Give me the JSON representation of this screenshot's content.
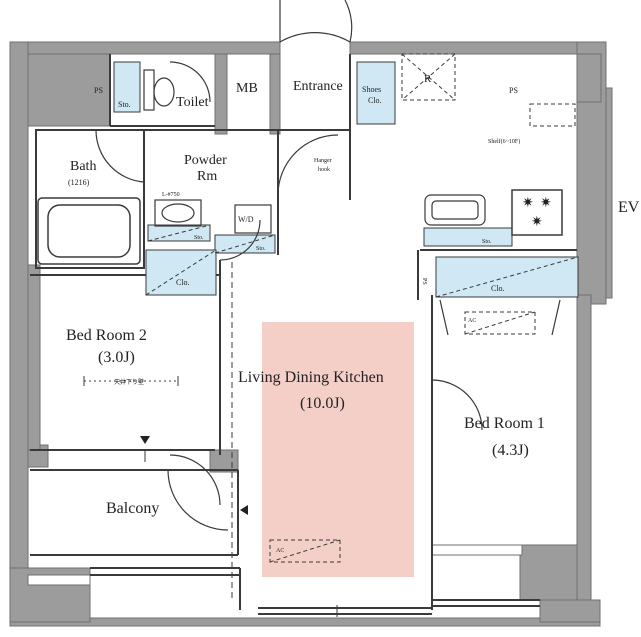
{
  "labels": {
    "ps_left": "PS",
    "sto_toilet": "Sto.",
    "toilet": "Toilet",
    "mb": "MB",
    "entrance": "Entrance",
    "shoes_clo_1": "Shoes",
    "shoes_clo_2": "Clo.",
    "storage_r": "R",
    "ps_right": "PS",
    "shelf": "Shelf(6~10F)",
    "ev": "EV",
    "bath": "Bath",
    "bath_size": "(1216)",
    "powder_1": "Powder",
    "powder_2": "Rm",
    "l_label": "L-#750",
    "hanger_1": "Hanger",
    "hanger_2": "hook",
    "wd": "W/D",
    "sto_powder": "Sto.",
    "sto_wd": "Sto.",
    "sto_kitchen": "Sto.",
    "clo_left": "Clo.",
    "clo_right": "Clo.",
    "ps_bed1": "PS",
    "ac_bed1": "AC",
    "bed2": "Bed Room 2",
    "bed2_size": "(3.0J)",
    "bed2_note": "天井下り壁",
    "ldk": "Living Dining Kitchen",
    "ldk_size": "(10.0J)",
    "bed1": "Bed Room 1",
    "bed1_size": "(4.3J)",
    "balcony": "Balcony",
    "ac_ldk": "AC"
  },
  "colors": {
    "wall": "#9c9c9c",
    "wall_stroke": "#6f6f6f",
    "floor": "#ffffff",
    "storage_fill": "#cfe8f3",
    "ldk_highlight": "#f4cfc8",
    "line": "#3a3a3a"
  }
}
